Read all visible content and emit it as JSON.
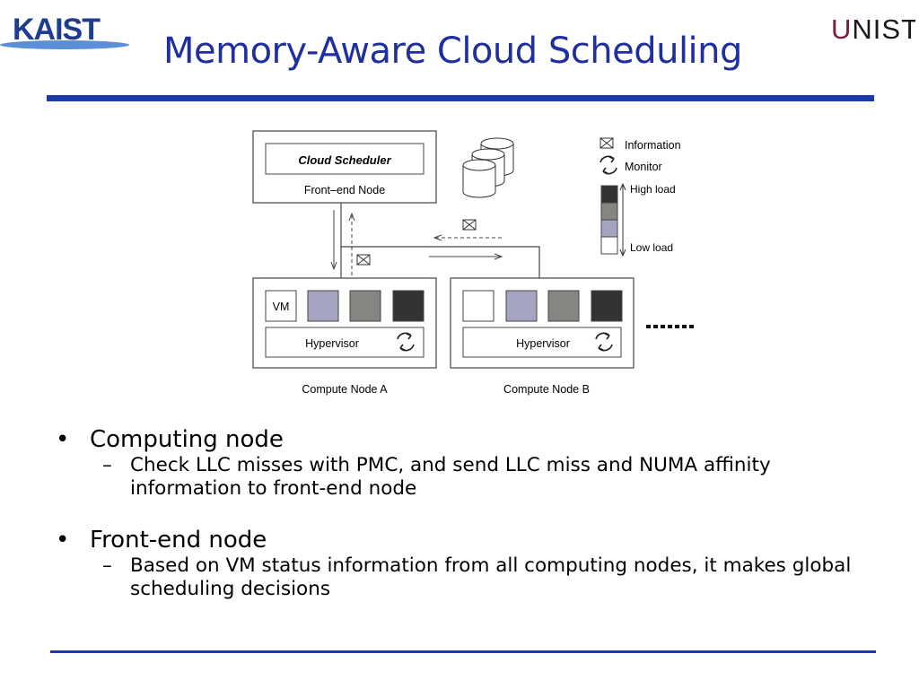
{
  "header": {
    "title": "Memory-Aware Cloud Scheduling",
    "logo_left": "KAIST",
    "logo_right": "UNIST",
    "accent_color": "#1a3aa8"
  },
  "diagram": {
    "frontend": {
      "scheduler_label": "Cloud Scheduler",
      "node_label": "Front–end Node"
    },
    "node_a": {
      "vm_label": "VM",
      "hypervisor_label": "Hypervisor",
      "caption": "Compute Node A"
    },
    "node_b": {
      "hypervisor_label": "Hypervisor",
      "caption": "Compute Node B"
    },
    "legend": {
      "information": "Information",
      "monitor": "Monitor",
      "high": "High load",
      "low": "Low load",
      "load_colors": [
        "#333333",
        "#878581",
        "#a4a3c0",
        "#ffffff"
      ]
    }
  },
  "bullets": [
    {
      "text": "Computing node",
      "sub": [
        "Check LLC misses with PMC, and send LLC miss and NUMA affinity information to front-end node"
      ]
    },
    {
      "text": "Front-end node",
      "sub": [
        "Based on VM status information from all computing nodes, it makes global scheduling decisions"
      ]
    }
  ]
}
